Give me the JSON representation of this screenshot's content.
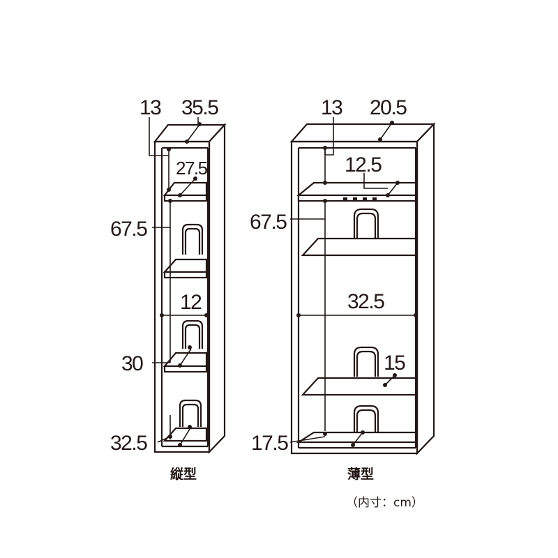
{
  "diagram": {
    "tall": {
      "caption": "縦型",
      "dims": {
        "top_a": "13",
        "top_b": "35.5",
        "inner_depth": "27.5",
        "height_upper": "67.5",
        "width_mid": "12",
        "height_mid": "30",
        "height_low": "32.5"
      }
    },
    "thin": {
      "caption": "薄型",
      "dims": {
        "top_a": "13",
        "top_b": "20.5",
        "inner_depth": "12.5",
        "height_upper": "67.5",
        "width_mid": "32.5",
        "depth_mid": "15",
        "height_low": "17.5"
      }
    },
    "unit_note": "（内寸：cm）"
  }
}
